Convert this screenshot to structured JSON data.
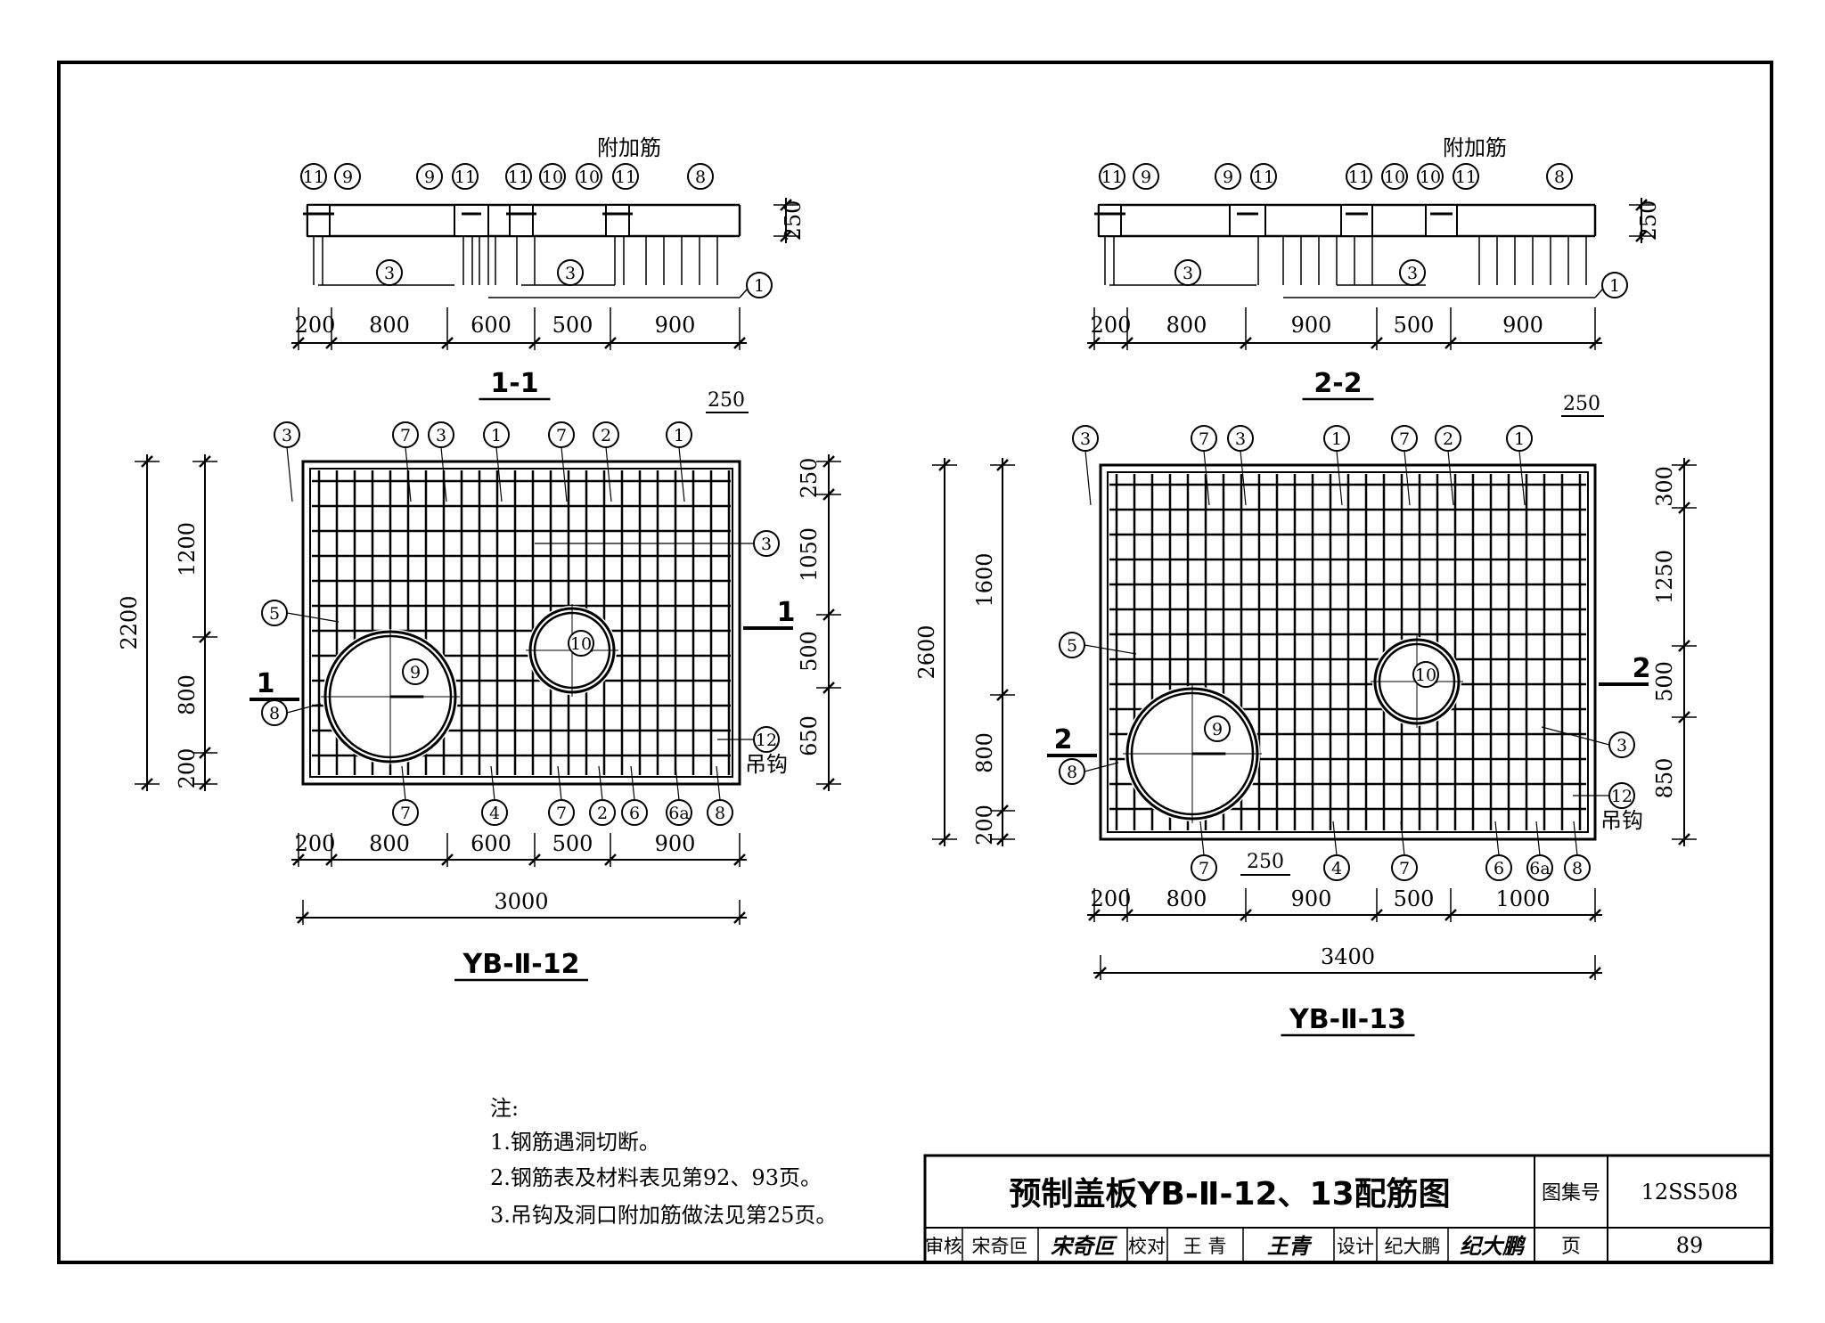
{
  "drawing_a": {
    "section_title": "1-1",
    "plan_title": "YB-Ⅱ-12",
    "extra_bar_label": "附加筋",
    "section_top_marks": [
      "11",
      "9",
      "9",
      "11",
      "11",
      "10",
      "10",
      "11",
      "8"
    ],
    "section_bottom_marks": [
      "3",
      "3",
      "1"
    ],
    "section_height_dim": "250",
    "horizontal_dims": [
      "200",
      "800",
      "600",
      "500",
      "900"
    ],
    "total_width": "3000",
    "plan_top_marks": [
      "3",
      "7",
      "3",
      "1",
      "7",
      "2",
      "1"
    ],
    "plan_bottom_marks": [
      "7",
      "4",
      "7",
      "2",
      "6",
      "6a",
      "8"
    ],
    "left_marks": [
      "5",
      "8"
    ],
    "hole_marks": [
      "9",
      "10"
    ],
    "right_marks": [
      "3",
      "12"
    ],
    "hook_label": "吊钩",
    "top_right_dim": "250",
    "right_dims": [
      "250",
      "1050",
      "500",
      "650"
    ],
    "left_outer_dim": "2200",
    "left_inner_dims": [
      "1200",
      "800",
      "200"
    ],
    "cut_label": "1"
  },
  "drawing_b": {
    "section_title": "2-2",
    "plan_title": "YB-Ⅱ-13",
    "extra_bar_label": "附加筋",
    "section_top_marks": [
      "11",
      "9",
      "9",
      "11",
      "11",
      "10",
      "10",
      "11",
      "8"
    ],
    "section_bottom_marks": [
      "3",
      "3",
      "1"
    ],
    "section_height_dim": "250",
    "horizontal_dims": [
      "200",
      "800",
      "900",
      "500",
      "900"
    ],
    "plan_horizontal_dims": [
      "200",
      "800",
      "900",
      "500",
      "1000"
    ],
    "total_width": "3400",
    "plan_top_marks": [
      "3",
      "7",
      "3",
      "1",
      "7",
      "2",
      "1"
    ],
    "plan_bottom_marks": [
      "7",
      "4",
      "7",
      "6",
      "6a",
      "8"
    ],
    "left_marks": [
      "5",
      "8"
    ],
    "hole_marks": [
      "9",
      "10"
    ],
    "right_marks": [
      "3",
      "12"
    ],
    "hook_label": "吊钩",
    "top_right_dim": "250",
    "bottom_small_dim": "250",
    "right_dims": [
      "300",
      "1250",
      "500",
      "850"
    ],
    "left_outer_dim": "2600",
    "left_inner_dims": [
      "1600",
      "800",
      "200"
    ],
    "cut_label": "2"
  },
  "notes": {
    "heading": "注:",
    "items": [
      "1.钢筋遇洞切断。",
      "2.钢筋表及材料表见第92、93页。",
      "3.吊钩及洞口附加筋做法见第25页。"
    ]
  },
  "title_block": {
    "title": "预制盖板YB-Ⅱ-12、13配筋图",
    "atlas_label": "图集号",
    "atlas_no": "12SS508",
    "page_label": "页",
    "page_no": "89",
    "review_label": "审核",
    "reviewer": "宋奇叵",
    "reviewer_signature": "宋奇叵",
    "check_label": "校对",
    "checker": "王 青",
    "checker_signature": "王青",
    "design_label": "设计",
    "designer": "纪大鹏",
    "designer_signature": "纪大鹏"
  }
}
